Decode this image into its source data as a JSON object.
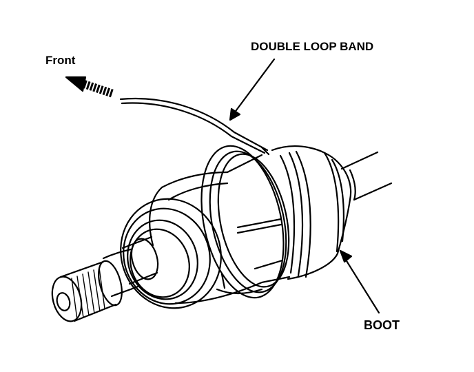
{
  "labels": {
    "front": "Front",
    "double_loop_band": "DOUBLE LOOP BAND",
    "boot": "BOOT"
  },
  "colors": {
    "ink": "#000000",
    "paper": "#ffffff"
  }
}
